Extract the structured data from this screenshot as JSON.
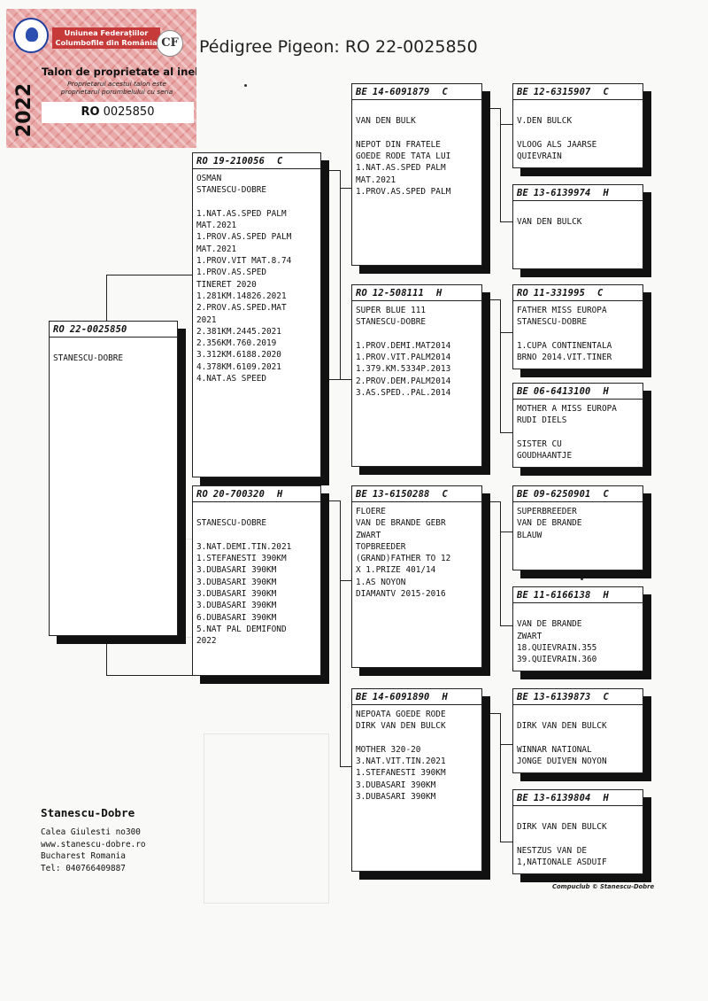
{
  "badge": {
    "org": "Uniunea Federațiilor Columbofile din România",
    "cf_logo": "CF",
    "title": "Talon de proprietate al inelului",
    "subtitle": "Proprietarul acestui talon este proprietarul porumbelului cu seria",
    "year": "2022",
    "ring_prefix": "RO",
    "ring_number": "0025850"
  },
  "page_title": "Pédigree Pigeon: RO  22-0025850",
  "boxes": [
    {
      "id": "subject",
      "country": "RO",
      "ring": "22-0025850",
      "sex": "",
      "lines": [
        "",
        "STANESCU-DOBRE"
      ]
    },
    {
      "id": "sire",
      "country": "RO",
      "ring": "19-210056",
      "sex": "C",
      "lines": [
        "OSMAN",
        "STANESCU-DOBRE",
        "",
        "1.NAT.AS.SPED PALM",
        "MAT.2021",
        "1.PROV.AS.SPED PALM",
        "MAT.2021",
        "1.PROV.VIT MAT.8.74",
        "1.PROV.AS.SPED",
        "TINERET 2020",
        "1.281KM.14826.2021",
        "2.PROV.AS.SPED.MAT",
        "2021",
        "2.381KM.2445.2021",
        "2.356KM.760.2019",
        "3.312KM.6188.2020",
        "4.378KM.6109.2021",
        "4.NAT.AS SPEED"
      ]
    },
    {
      "id": "dam",
      "country": "RO",
      "ring": "20-700320",
      "sex": "H",
      "lines": [
        "",
        "STANESCU-DOBRE",
        "",
        "3.NAT.DEMI.TIN.2021",
        "1.STEFANESTI 390KM",
        "3.DUBASARI 390KM",
        "3.DUBASARI 390KM",
        "3.DUBASARI 390KM",
        "3.DUBASARI 390KM",
        "6.DUBASARI 390KM",
        "5.NAT PAL DEMIFOND",
        "2022"
      ]
    },
    {
      "id": "ss",
      "country": "BE",
      "ring": "14-6091879",
      "sex": "C",
      "lines": [
        "",
        "VAN DEN BULK",
        "",
        "NEPOT DIN FRATELE",
        "GOEDE RODE TATA LUI",
        "1.NAT.AS.SPED PALM",
        "MAT.2021",
        "1.PROV.AS.SPED PALM"
      ]
    },
    {
      "id": "sd",
      "country": "RO",
      "ring": "12-508111",
      "sex": "H",
      "lines": [
        "SUPER BLUE 111",
        "STANESCU-DOBRE",
        "",
        "1.PROV.DEMI.MAT2014",
        "1.PROV.VIT.PALM2014",
        "1.379.KM.5334P.2013",
        "2.PROV.DEM.PALM2014",
        "3.AS.SPED..PAL.2014"
      ]
    },
    {
      "id": "ds",
      "country": "BE",
      "ring": "13-6150288",
      "sex": "C",
      "lines": [
        "FLOERE",
        "VAN DE BRANDE GEBR",
        "ZWART",
        "TOPBREEDER",
        "(GRAND)FATHER TO 12",
        "X 1.PRIZE 401/14",
        "   1.AS NOYON",
        "DIAMANTV 2015-2016"
      ]
    },
    {
      "id": "dd",
      "country": "BE",
      "ring": "14-6091890",
      "sex": "H",
      "lines": [
        "NEPOATA GOEDE RODE",
        "DIRK VAN DEN BULCK",
        "",
        "MOTHER 320-20",
        "3.NAT.VIT.TIN.2021",
        "1.STEFANESTI 390KM",
        "3.DUBASARI 390KM",
        "3.DUBASARI 390KM"
      ]
    },
    {
      "id": "sss",
      "country": "BE",
      "ring": "12-6315907",
      "sex": "C",
      "lines": [
        "",
        "V.DEN BULCK",
        "",
        "VLOOG ALS JAARSE",
        "QUIEVRAIN"
      ]
    },
    {
      "id": "ssd",
      "country": "BE",
      "ring": "13-6139974",
      "sex": "H",
      "lines": [
        "",
        "VAN DEN BULCK"
      ]
    },
    {
      "id": "sds",
      "country": "RO",
      "ring": "11-331995",
      "sex": "C",
      "lines": [
        "FATHER MISS EUROPA",
        "STANESCU-DOBRE",
        "",
        "1.CUPA CONTINENTALA",
        "BRNO 2014.VIT.TINER"
      ]
    },
    {
      "id": "sdd",
      "country": "BE",
      "ring": "06-6413100",
      "sex": "H",
      "lines": [
        "MOTHER A MISS EUROPA",
        "RUDI DIELS",
        "",
        "SISTER CU",
        "GOUDHAANTJE"
      ]
    },
    {
      "id": "dss",
      "country": "BE",
      "ring": "09-6250901",
      "sex": "C",
      "lines": [
        "SUPERBREEDER",
        "VAN DE BRANDE",
        "BLAUW"
      ]
    },
    {
      "id": "dsd",
      "country": "BE",
      "ring": "11-6166138",
      "sex": "H",
      "lines": [
        "",
        "VAN DE BRANDE",
        "ZWART",
        "18.QUIEVRAIN.355",
        "39.QUIEVRAIN.360"
      ]
    },
    {
      "id": "dds",
      "country": "BE",
      "ring": "13-6139873",
      "sex": "C",
      "lines": [
        "",
        "DIRK VAN DEN BULCK",
        "",
        "WINNAR NATIONAL",
        "JONGE DUIVEN NOYON"
      ]
    },
    {
      "id": "ddd",
      "country": "BE",
      "ring": "13-6139804",
      "sex": "H",
      "lines": [
        "",
        "DIRK VAN DEN BULCK",
        "",
        "NESTZUS VAN DE",
        "1,NATIONALE ASDUIF"
      ]
    }
  ],
  "footer": {
    "name": "Stanescu-Dobre",
    "address": "Calea Giulesti no300",
    "website": "www.stanescu-dobre.ro",
    "city": "Bucharest Romania",
    "phone": "Tel: 040766409887"
  },
  "credit": "Compuclub © Stanescu-Dobre"
}
